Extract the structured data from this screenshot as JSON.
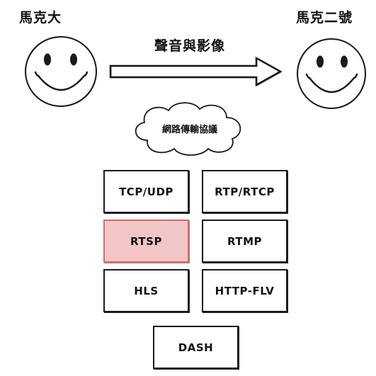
{
  "sender": {
    "name": "馬克大"
  },
  "receiver": {
    "name": "馬克二號"
  },
  "arrow": {
    "label": "聲音與影像"
  },
  "cloud": {
    "label": "網路傳輸協議"
  },
  "protocols": [
    {
      "label": "TCP/UDP",
      "highlighted": false
    },
    {
      "label": "RTP/RTCP",
      "highlighted": false
    },
    {
      "label": "RTSP",
      "highlighted": true
    },
    {
      "label": "RTMP",
      "highlighted": false
    },
    {
      "label": "HLS",
      "highlighted": false
    },
    {
      "label": "HTTP-FLV",
      "highlighted": false
    },
    {
      "label": "DASH",
      "highlighted": false
    }
  ],
  "colors": {
    "stroke": "#1a1a1a",
    "highlight_fill": "#f3c6c6",
    "highlight_stroke": "#cf6e6e"
  }
}
